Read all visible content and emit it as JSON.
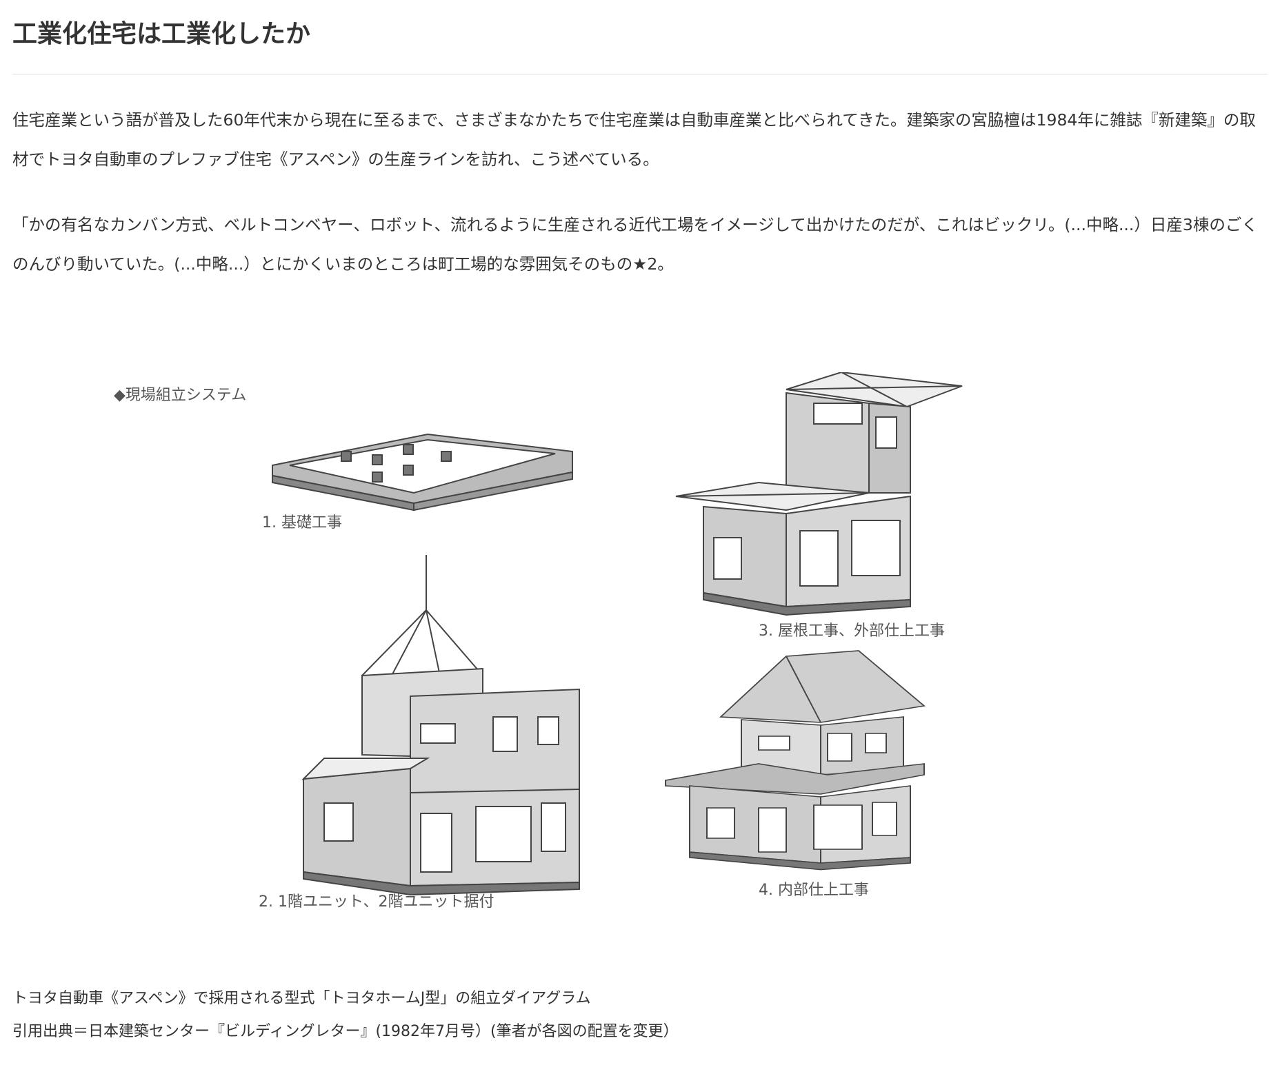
{
  "article": {
    "title": "工業化住宅は工業化したか",
    "paragraph1": "住宅産業という語が普及した60年代末から現在に至るまで、さまざまなかたちで住宅産業は自動車産業と比べられてきた。建築家の宮脇檀は1984年に雑誌『新建築』の取材でトヨタ自動車のプレファブ住宅《アスペン》の生産ラインを訪れ、こう述べている。",
    "paragraph2": "「かの有名なカンバン方式、ベルトコンベヤー、ロボット、流れるように生産される近代工場をイメージして出かけたのだが、これはビックリ。(...中略...）日産3棟のごくのんびり動いていた。(...中略...）とにかくいまのところは町工場的な雰囲気そのもの★2。"
  },
  "figure": {
    "heading": "◆現場組立システム",
    "steps": [
      "1. 基礎工事",
      "2. 1階ユニット、2階ユニット据付",
      "3. 屋根工事、外部仕上工事",
      "4. 内部仕上工事"
    ],
    "caption": "トヨタ自動車《アスペン》で採用される型式「トヨタホームJ型」の組立ダイアグラム",
    "source": "引用出典＝日本建築センター『ビルディングレター』(1982年7月号）(筆者が各図の配置を変更）"
  }
}
